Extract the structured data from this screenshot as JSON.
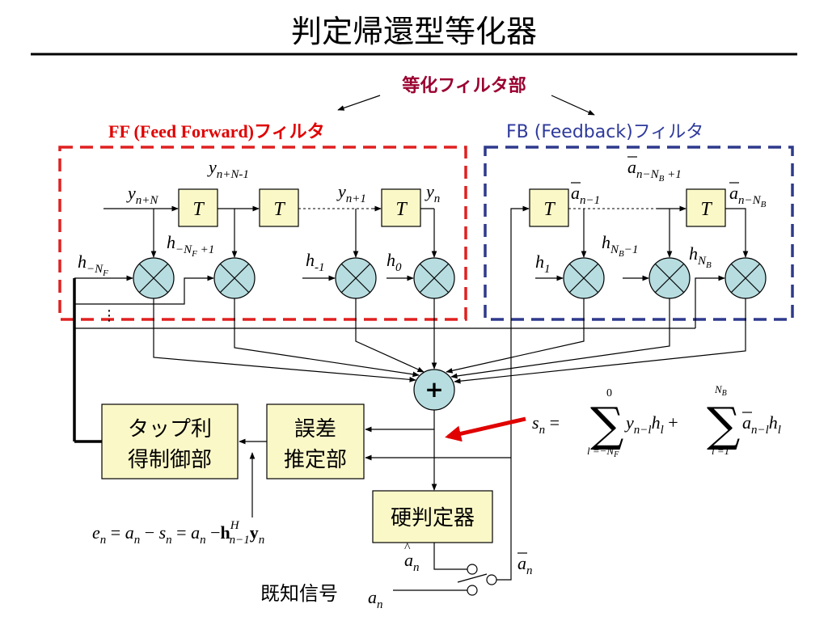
{
  "title": "判定帰還型等化器",
  "equalizer_filter_label": "等化フィルタ部",
  "ff_label": "FF (Feed Forward)フィルタ",
  "fb_label": "FB (Feedback)フィルタ",
  "delay_label": "T",
  "sum_label": "+",
  "tap_control": {
    "line1": "タップ利",
    "line2": "得制御部"
  },
  "error_estimator": {
    "line1": "誤差",
    "line2": "推定部"
  },
  "hard_decision": "硬判定器",
  "known_signal": "既知信号",
  "colors": {
    "ff_border": "#e02020",
    "fb_border": "#2e3a8c",
    "ff_text": "#e00000",
    "fb_text": "#2e3a9c",
    "equalizer_text": "#9a0030",
    "block_fill": "#fbf8c8",
    "mult_fill": "#b7dde0"
  }
}
